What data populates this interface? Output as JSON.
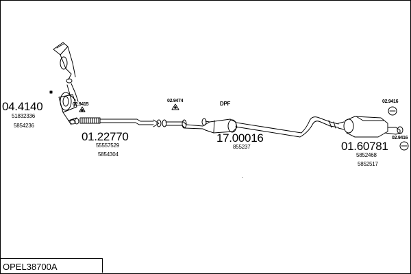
{
  "assembly": {
    "code": "OPEL38700A"
  },
  "parts": [
    {
      "number": "04.4140",
      "oe": [
        "51832336",
        "5854236"
      ]
    },
    {
      "number": "01.22770",
      "oe": [
        "55557529",
        "5854304"
      ]
    },
    {
      "number": "17.00016",
      "oe": [
        "855237"
      ]
    },
    {
      "number": "01.60781",
      "oe": [
        "5852468",
        "5852517"
      ]
    }
  ],
  "fittings": [
    "02.9415",
    "02.9474",
    "02.9416",
    "02.9416"
  ],
  "dpf_label": "DPF",
  "dot": "."
}
